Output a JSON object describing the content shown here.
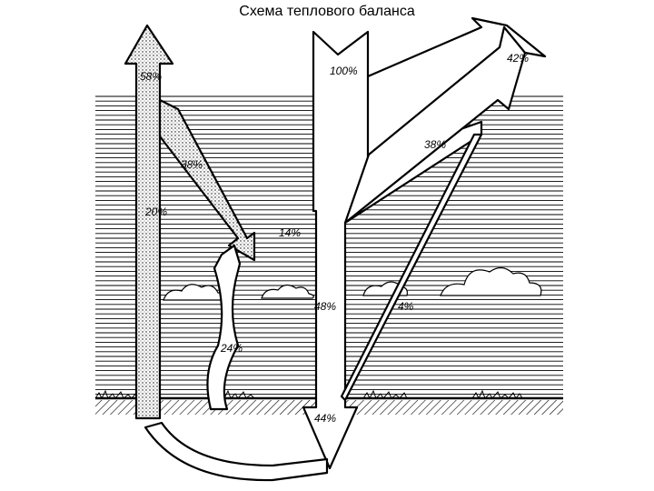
{
  "title": "Схема теплового баланса",
  "labels": {
    "in_100": "100%",
    "out_58": "58%",
    "out_42": "42%",
    "refl_38_left": "38%",
    "refl_38_right": "38%",
    "l_20": "20%",
    "l_14": "14%",
    "l_24": "24%",
    "l_48": "48%",
    "l_4": "4%",
    "l_44": "44%"
  },
  "icons": {
    "clouds": "cloud-icon",
    "ground": "ground-hatching",
    "atmosphere": "horizontal-line-shading"
  }
}
